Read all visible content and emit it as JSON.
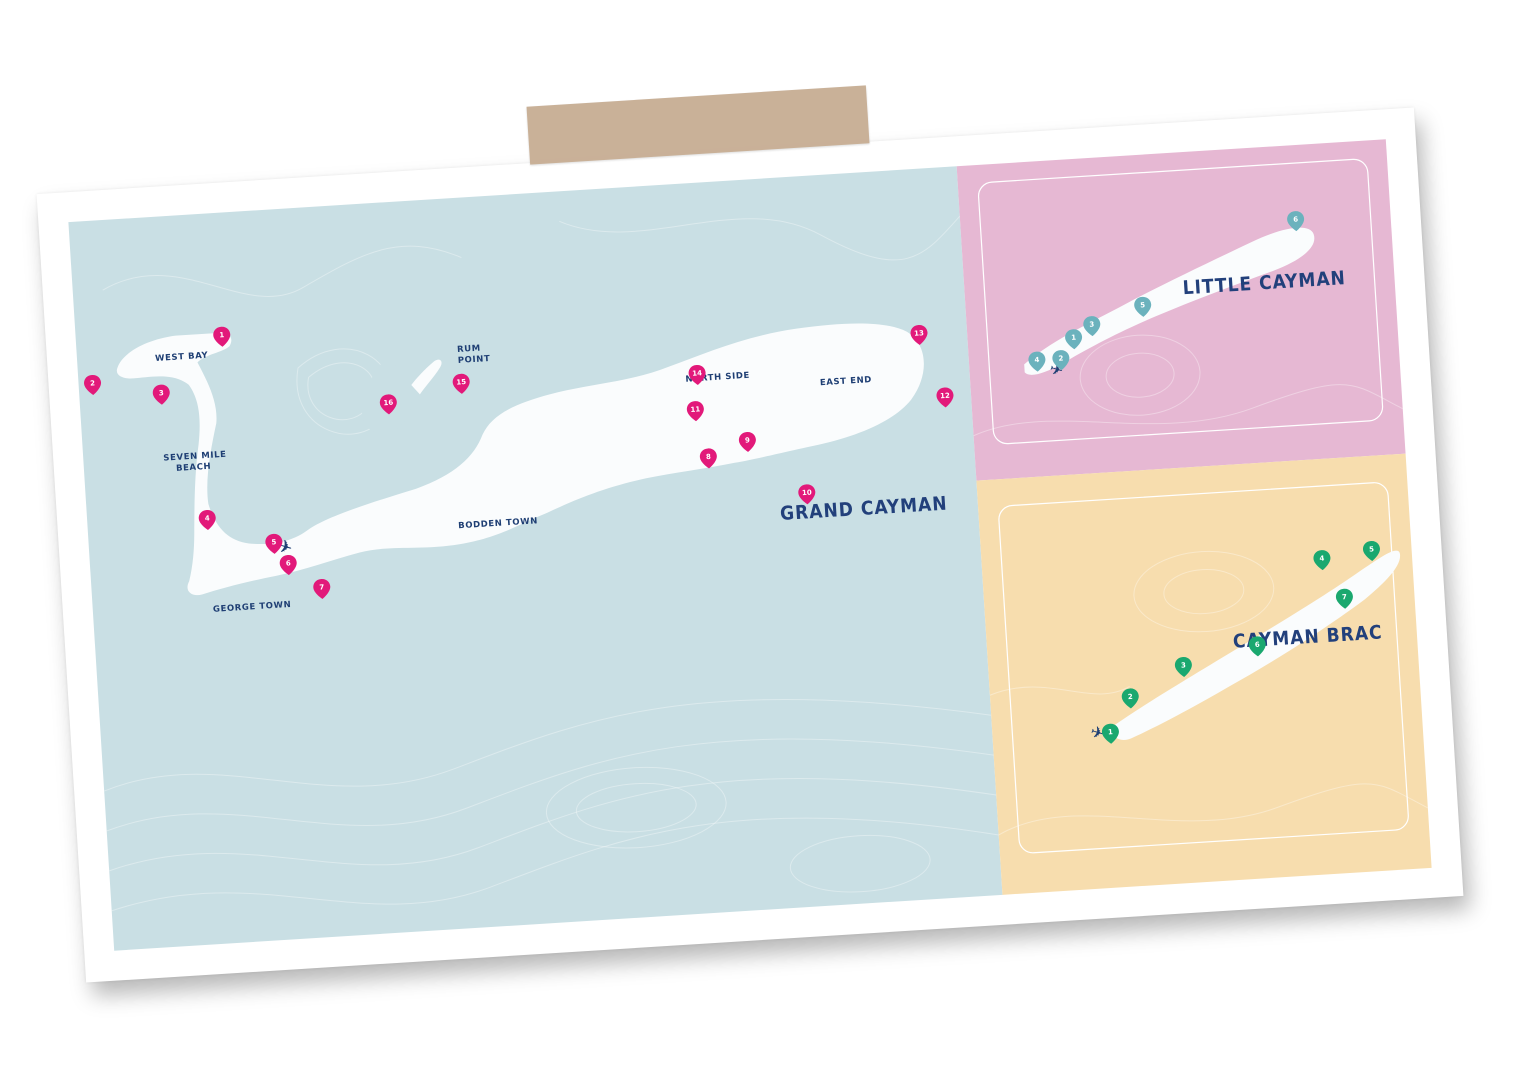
{
  "colors": {
    "sea_grand": "#c9dfe4",
    "sea_little": "#e6b8d3",
    "sea_brac": "#f7ddae",
    "land": "#fafcfd",
    "pin_grand": "#e2197a",
    "pin_little": "#6bb2bd",
    "pin_brac": "#1aa86f",
    "label": "#1f3f74",
    "tape": "#c7ad93"
  },
  "islands": {
    "grand_cayman": {
      "title": "GRAND CAYMAN",
      "places": [
        "WEST BAY",
        "SEVEN MILE",
        "BEACH",
        "GEORGE TOWN",
        "RUM",
        "POINT",
        "BODDEN TOWN",
        "NORTH SIDE",
        "EAST END"
      ],
      "pins": [
        "1",
        "2",
        "3",
        "4",
        "5",
        "6",
        "7",
        "8",
        "9",
        "10",
        "11",
        "12",
        "13",
        "14",
        "15",
        "16"
      ]
    },
    "little_cayman": {
      "title": "LITTLE CAYMAN",
      "pins": [
        "1",
        "2",
        "3",
        "4",
        "5",
        "6"
      ]
    },
    "cayman_brac": {
      "title": "CAYMAN BRAC",
      "pins": [
        "1",
        "2",
        "3",
        "4",
        "5",
        "6",
        "7"
      ]
    }
  },
  "icons": {
    "airport": "airplane-icon",
    "pin": "map-pin-icon",
    "tape": "masking-tape"
  }
}
